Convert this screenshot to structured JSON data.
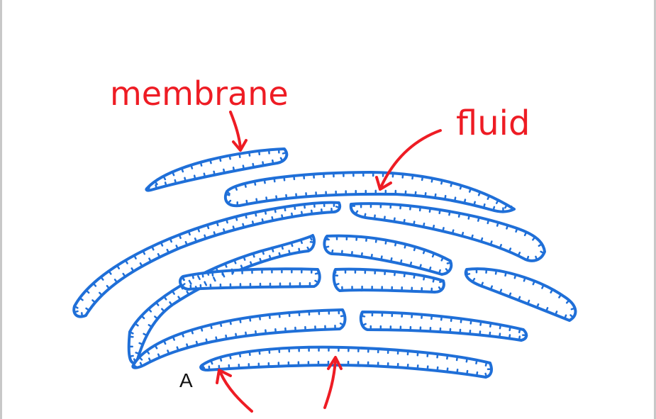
{
  "labels": {
    "membrane": "membrane",
    "fluid": "fluid",
    "marker_a": "A"
  },
  "colors": {
    "membrane_stroke": "#1f6fd8",
    "label_red": "#ee1c24",
    "marker_text": "#111111",
    "frame_border": "#c8c8c8"
  }
}
